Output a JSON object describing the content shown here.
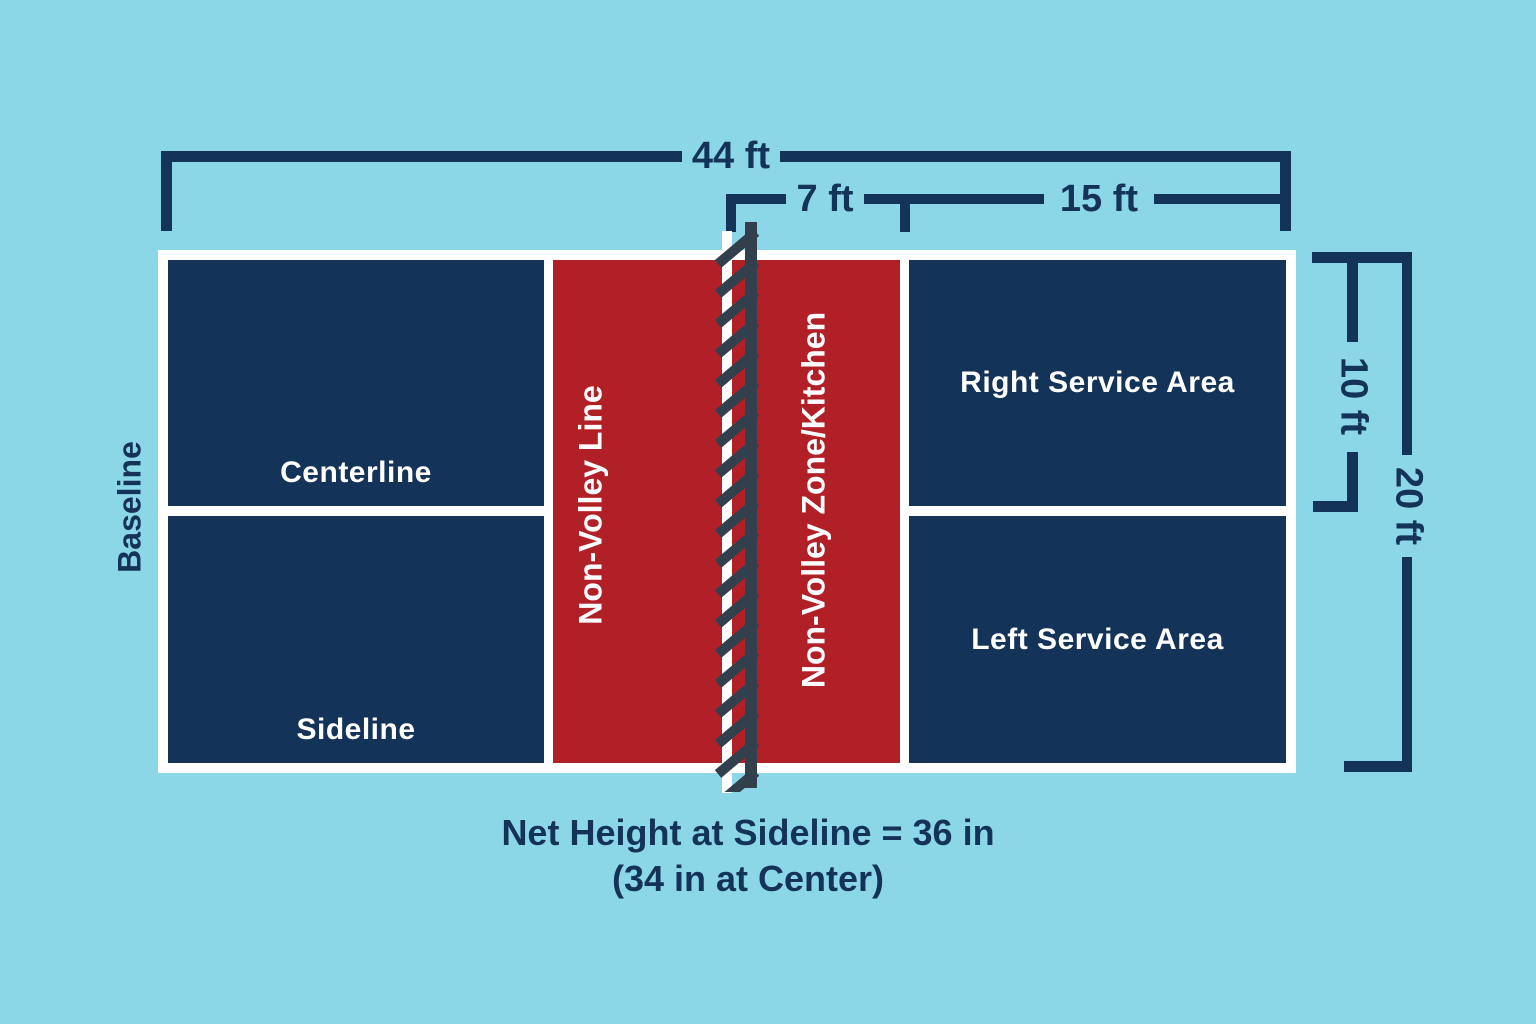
{
  "colors": {
    "background": "#8cd7e7",
    "court_navy": "#143358",
    "kitchen_red": "#b22027",
    "line_white": "#ffffff",
    "net_slate": "#32404e"
  },
  "zones": {
    "centerline_label": "Centerline",
    "sideline_label": "Sideline",
    "baseline_label": "Baseline",
    "non_volley_line_label": "Non-Volley Line",
    "non_volley_zone_label": "Non-Volley Zone/Kitchen",
    "right_service_area_label": "Right Service Area",
    "left_service_area_label": "Left Service Area"
  },
  "dimensions": {
    "court_length": "44 ft",
    "kitchen_depth": "7 ft",
    "service_length": "15 ft",
    "service_width": "10 ft",
    "court_width": "20 ft"
  },
  "net_note": {
    "line1": "Net Height at Sideline = 36 in",
    "line2": "(34 in at Center)"
  }
}
